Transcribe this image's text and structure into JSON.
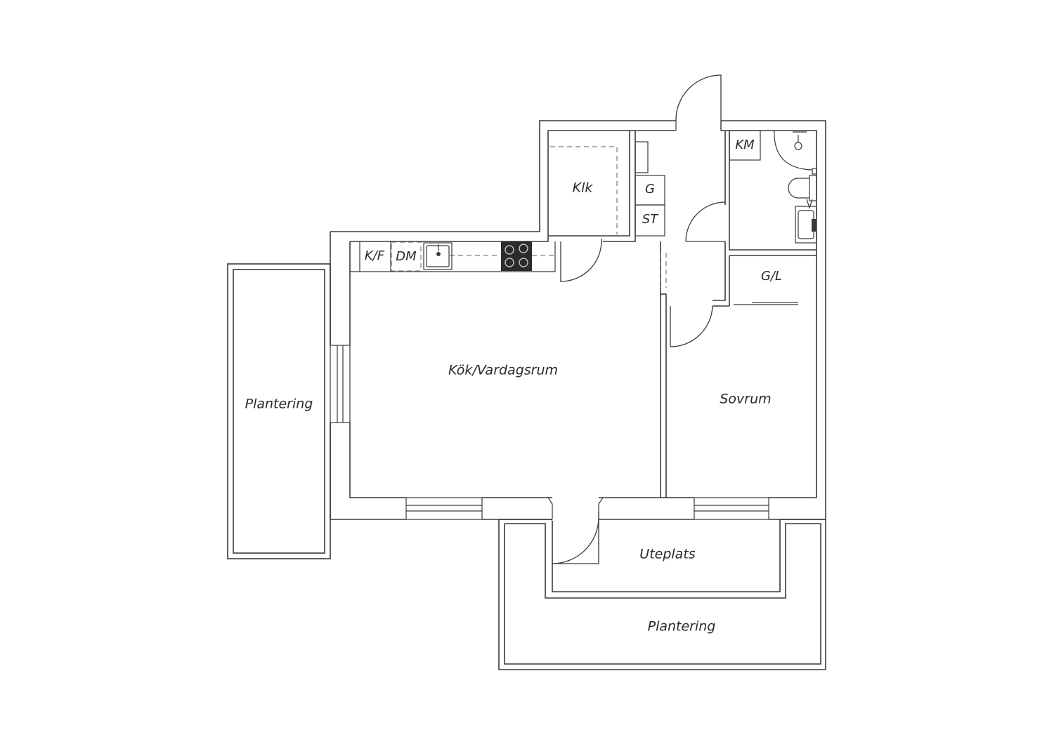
{
  "rooms": {
    "kok_vardagsrum": "Kök/Vardagsrum",
    "sovrum": "Sovrum",
    "klk": "Klk",
    "uteplats": "Uteplats",
    "plantering_left": "Plantering",
    "plantering_bottom": "Plantering"
  },
  "fixtures": {
    "kf": "K/F",
    "dm": "DM",
    "km": "KM",
    "g": "G",
    "st": "ST",
    "gl": "G/L"
  }
}
